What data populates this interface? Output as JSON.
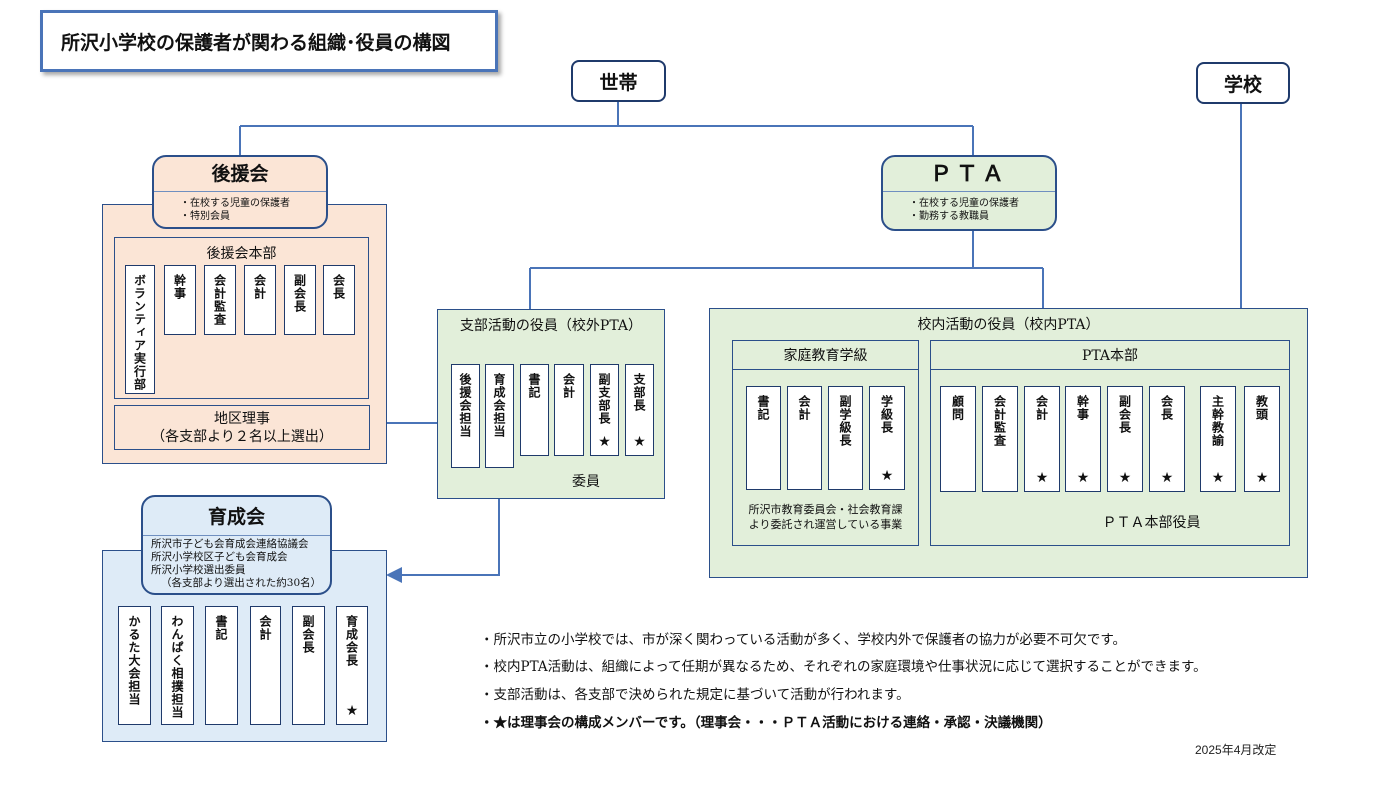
{
  "title": "所沢小学校の保護者が関わる組織･役員の構図",
  "nodes": {
    "household": "世帯",
    "school": "学校"
  },
  "koenkai": {
    "name": "後援会",
    "members": [
      "・在校する児童の保護者",
      "・特別会員"
    ],
    "honbu_title": "後援会本部",
    "roles": [
      "ボランティア実行部",
      "幹事",
      "会計監査",
      "会計",
      "副会長",
      "会長"
    ],
    "chiku_riji_line1": "地区理事",
    "chiku_riji_line2": "（各支部より２名以上選出）"
  },
  "pta": {
    "name": "ＰＴＡ",
    "members": [
      "・在校する児童の保護者",
      "・勤務する教職員"
    ]
  },
  "shibu": {
    "title": "支部活動の役員（校外PTA）",
    "roles": [
      {
        "label": "後援会担当",
        "star": ""
      },
      {
        "label": "育成会担当",
        "star": ""
      },
      {
        "label": "書記",
        "star": ""
      },
      {
        "label": "会計",
        "star": ""
      },
      {
        "label": "副支部長",
        "star": "★"
      },
      {
        "label": "支部長",
        "star": "★"
      }
    ],
    "iin_label": "委員"
  },
  "konai": {
    "title": "校内活動の役員（校内PTA）",
    "katei": {
      "title": "家庭教育学級",
      "roles": [
        {
          "label": "書記",
          "star": ""
        },
        {
          "label": "会計",
          "star": ""
        },
        {
          "label": "副学級長",
          "star": ""
        },
        {
          "label": "学級長",
          "star": "★"
        }
      ],
      "note_line1": "所沢市教育委員会・社会教育課",
      "note_line2": "より委託され運営している事業"
    },
    "honbu": {
      "title": "PTA本部",
      "roles": [
        {
          "label": "顧問",
          "star": ""
        },
        {
          "label": "会計監査",
          "star": ""
        },
        {
          "label": "会計",
          "star": "★"
        },
        {
          "label": "幹事",
          "star": "★"
        },
        {
          "label": "副会長",
          "star": "★"
        },
        {
          "label": "会長",
          "star": "★"
        },
        {
          "label": "主幹教諭",
          "star": "★"
        },
        {
          "label": "教頭",
          "star": "★"
        }
      ],
      "yakuin_label": "ＰＴＡ本部役員"
    }
  },
  "ikuseikai": {
    "name": "育成会",
    "lines": [
      "所沢市子ども会育成会連絡協議会",
      "所沢小学校区子ども会育成会",
      "所沢小学校選出委員",
      "（各支部より選出された約30名）"
    ],
    "roles": [
      {
        "label": "かるた大会担当",
        "star": ""
      },
      {
        "label": "わんぱく相撲担当",
        "star": ""
      },
      {
        "label": "書記",
        "star": ""
      },
      {
        "label": "会計",
        "star": ""
      },
      {
        "label": "副会長",
        "star": ""
      },
      {
        "label": "育成会長",
        "star": "★"
      }
    ]
  },
  "notes": [
    "・所沢市立の小学校では、市が深く関わっている活動が多く、学校内外で保護者の協力が必要不可欠です。",
    "・校内PTA活動は、組織によって任期が異なるため、それぞれの家庭環境や仕事状況に応じて選択することができます。",
    "・支部活動は、各支部で決められた規定に基づいて活動が行われます。",
    "・★は理事会の構成メンバーです。（理事会・・・ＰＴＡ活動における連絡・承認・決議機関）"
  ],
  "revision": "2025年4月改定",
  "colors": {
    "line": "#4a74b8",
    "koenkai_bg": "#fbe5d6",
    "pta_bg": "#e2efda",
    "ikuseikai_bg": "#deebf7"
  }
}
